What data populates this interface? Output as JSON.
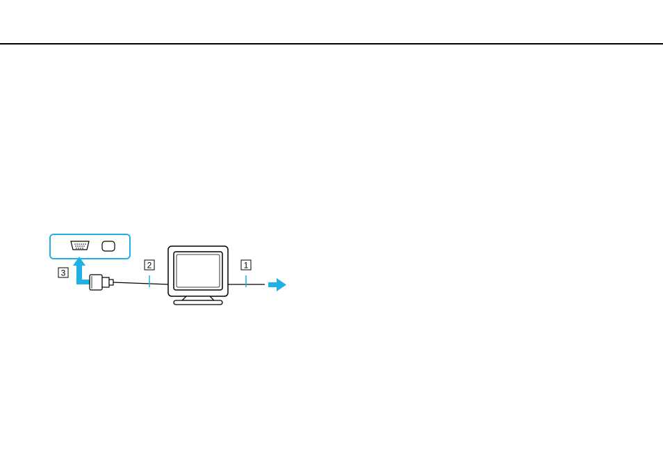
{
  "diagram": {
    "callouts": [
      {
        "label": "1"
      },
      {
        "label": "2"
      },
      {
        "label": "3"
      }
    ],
    "colors": {
      "accent": "#1fb0e6",
      "line": "#000000",
      "background": "#ffffff"
    },
    "icons": [
      "monitor-icon",
      "vga-connector-icon",
      "power-plug-icon",
      "vga-port-icon",
      "port-icon"
    ]
  }
}
